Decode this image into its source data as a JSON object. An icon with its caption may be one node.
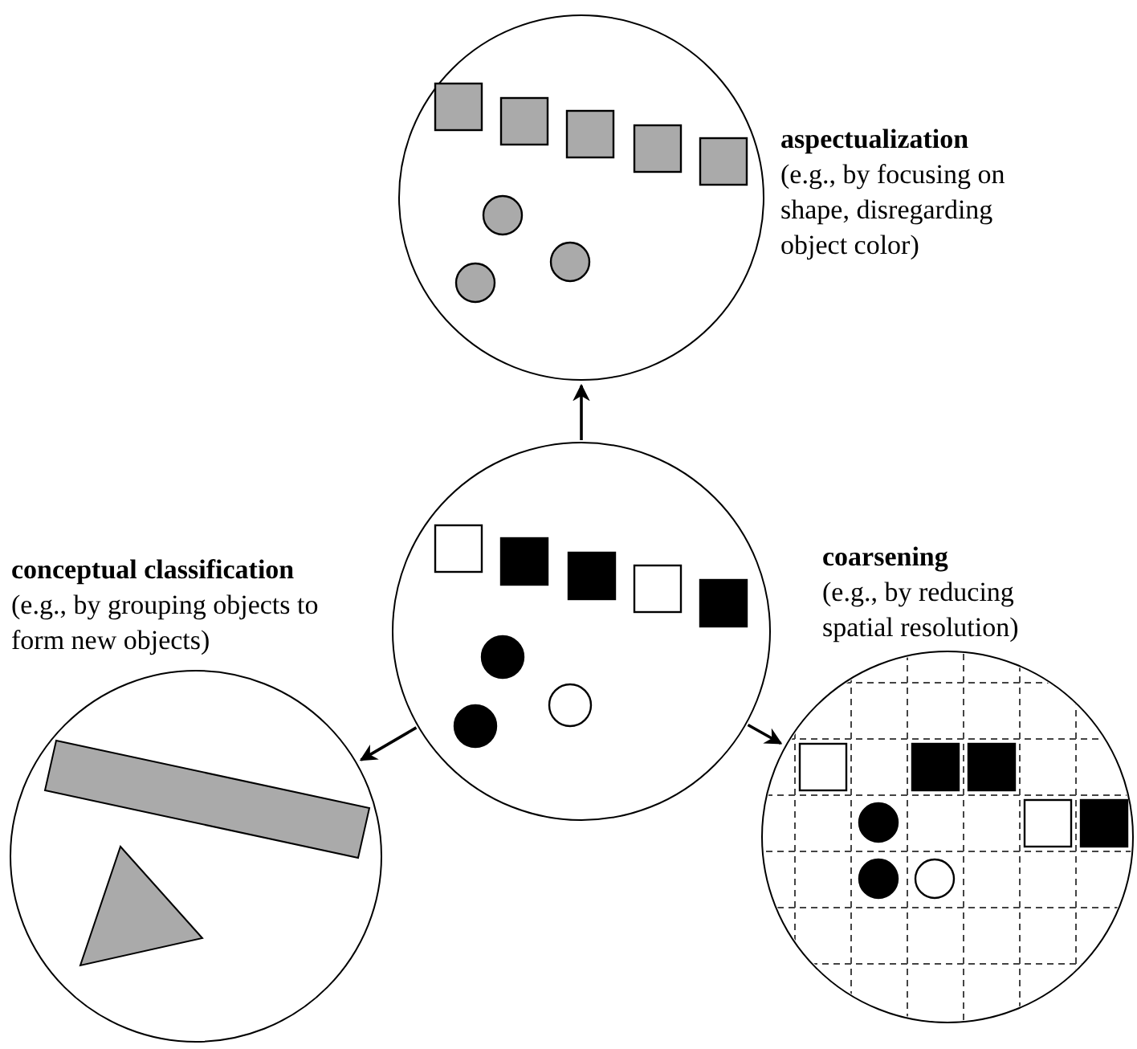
{
  "diagram": {
    "nodes": [
      {
        "text": [],
        "shape": "circle"
      },
      {
        "text": [],
        "shape": "circle",
        "beside": [
          "aspectualization",
          "(e.g., by focusing on shape, disregarding object color)"
        ]
      },
      {
        "text": [],
        "shape": "circle",
        "beside": [
          "conceptual classification",
          "(e.g., by grouping objects to form new objects)"
        ]
      },
      {
        "text": [],
        "shape": "circle",
        "beside": [
          "coarsening",
          "(e.g., by reducing spatial resolution)"
        ]
      }
    ],
    "edges": [
      {
        "from": 0,
        "to": 1,
        "arrow": "to"
      },
      {
        "from": 0,
        "to": 2,
        "arrow": "to"
      },
      {
        "from": 0,
        "to": 3,
        "arrow": "to"
      }
    ]
  }
}
